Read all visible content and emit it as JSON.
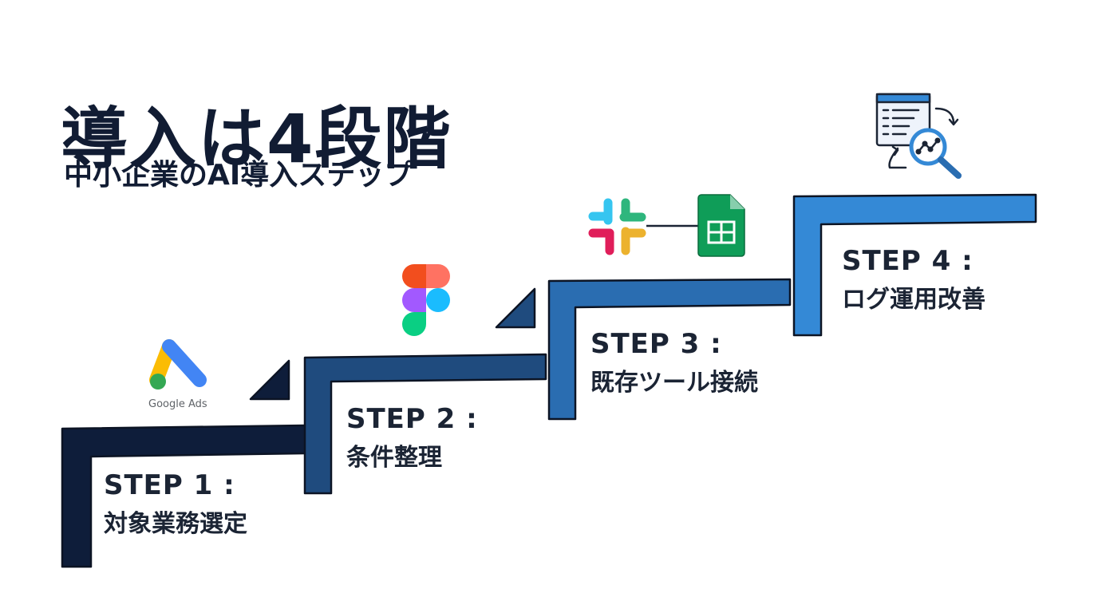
{
  "header": {
    "title": "導入は4段階",
    "subtitle": "中小企業のAI導入ステップ"
  },
  "steps": [
    {
      "label": "STEP 1 :",
      "name": "対象業務選定",
      "color": "#0e1d3a"
    },
    {
      "label": "STEP 2 :",
      "name": "条件整理",
      "color": "#1f4b7e"
    },
    {
      "label": "STEP 3 :",
      "name": "既存ツール接続",
      "color": "#2a6db1"
    },
    {
      "label": "STEP 4 :",
      "name": "ログ運用改善",
      "color": "#3489d6"
    }
  ],
  "icons": {
    "step1": "google-ads-icon",
    "step1_caption": "Google Ads",
    "step2": "figma-icon",
    "step3": [
      "slack-icon",
      "google-sheets-icon"
    ],
    "step4": "log-analysis-icon"
  }
}
